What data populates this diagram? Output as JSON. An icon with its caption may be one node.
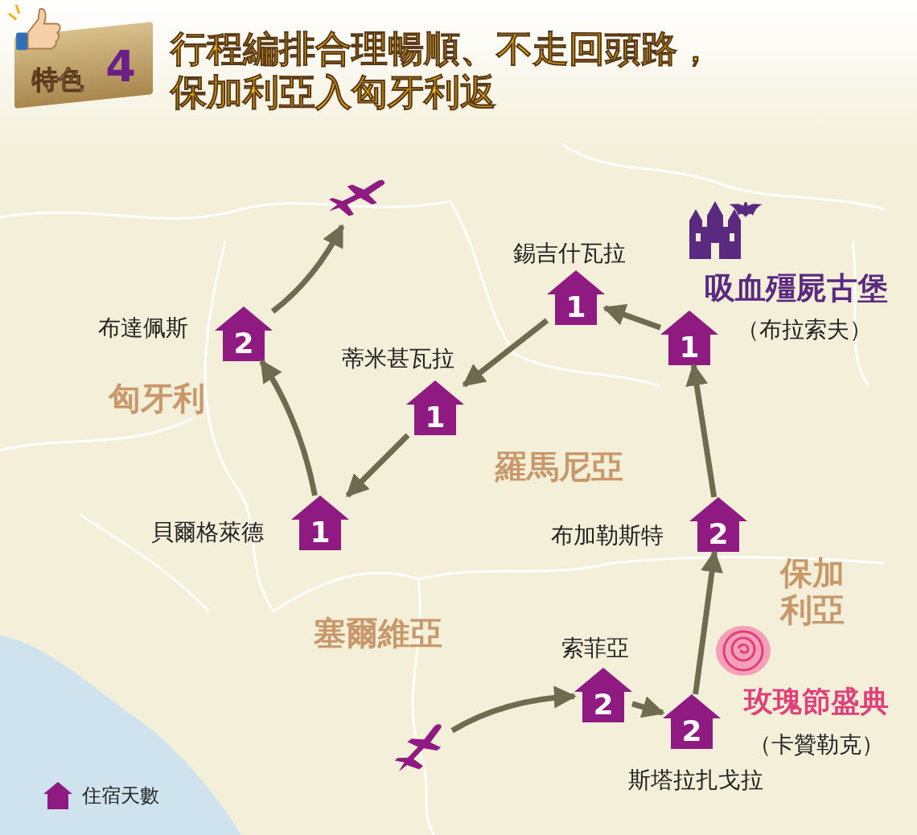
{
  "diagram": {
    "title": "行程編排合理暢順、不走回頭路，保加利亞入匈牙利返",
    "nodes": [
      {
        "text": [],
        "shape": "picture"
      },
      {
        "text": [
          "2"
        ],
        "beside": [
          "索菲亞"
        ]
      },
      {
        "text": [
          "2"
        ],
        "beside": [
          "玫瑰節盛典",
          "（卡贊勒克）",
          "斯塔拉扎戈拉"
        ]
      },
      {
        "text": [
          "2"
        ],
        "beside": [
          "布加勒斯特"
        ]
      },
      {
        "text": [
          "1"
        ],
        "beside": [
          "吸血殭屍古堡",
          "（布拉索夫）"
        ]
      },
      {
        "text": [
          "1"
        ],
        "beside": [
          "錫吉什瓦拉"
        ]
      },
      {
        "text": [
          "1"
        ],
        "beside": [
          "蒂米甚瓦拉"
        ]
      },
      {
        "text": [
          "1"
        ],
        "beside": [
          "貝爾格萊德"
        ]
      },
      {
        "text": [
          "2"
        ],
        "beside": [
          "布達佩斯"
        ]
      },
      {
        "text": [],
        "shape": "picture"
      }
    ],
    "edges": [
      {
        "from": 0,
        "to": 1,
        "arrow": "to"
      },
      {
        "from": 1,
        "to": 2,
        "arrow": "to"
      },
      {
        "from": 2,
        "to": 3,
        "arrow": "to"
      },
      {
        "from": 3,
        "to": 4,
        "arrow": "to"
      },
      {
        "from": 4,
        "to": 5,
        "arrow": "to"
      },
      {
        "from": 5,
        "to": 6,
        "arrow": "to"
      },
      {
        "from": 6,
        "to": 7,
        "arrow": "to"
      },
      {
        "from": 7,
        "to": 8,
        "arrow": "to"
      },
      {
        "from": 8,
        "to": 9,
        "arrow": "to"
      }
    ],
    "labels": [
      "特色",
      "4",
      "匈牙利",
      "羅馬尼亞",
      "保加利亞",
      "塞爾維亞"
    ],
    "legend": [
      {
        "text": "住宿天數"
      }
    ]
  }
}
